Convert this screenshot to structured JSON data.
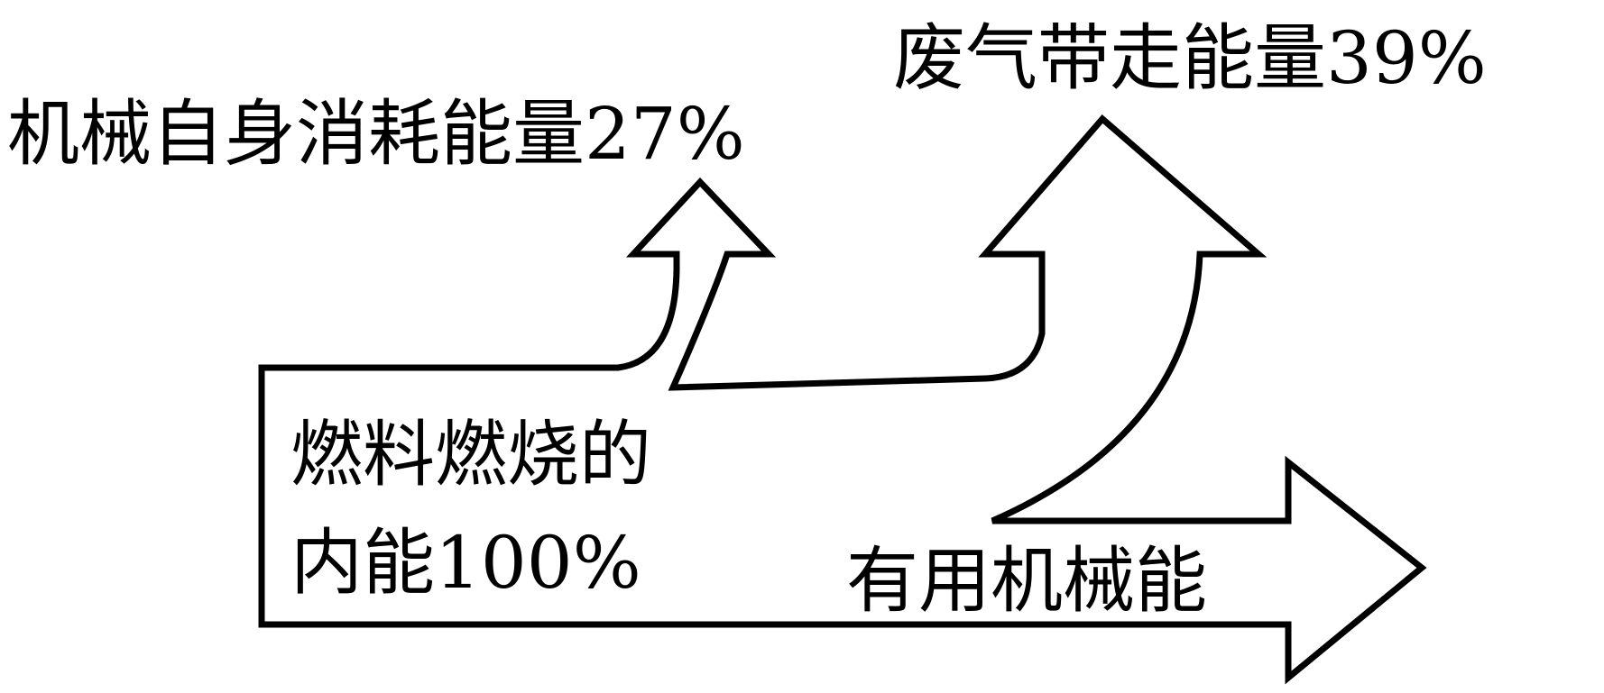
{
  "diagram": {
    "type": "energy-flow",
    "labels": {
      "source_line1": "燃料燃烧的",
      "source_line2": "内能100%",
      "mechanical_loss": "机械自身消耗能量27%",
      "exhaust_loss": "废气带走能量39%",
      "useful_output": "有用机械能"
    },
    "flows": [
      {
        "text": "燃料燃烧的内能",
        "percent": 100
      },
      {
        "text": "机械自身消耗能量",
        "percent": 27
      },
      {
        "text": "废气带走能量",
        "percent": 39
      },
      {
        "text": "有用机械能"
      }
    ],
    "colors": {
      "stroke": "#000000",
      "background": "#ffffff"
    }
  }
}
